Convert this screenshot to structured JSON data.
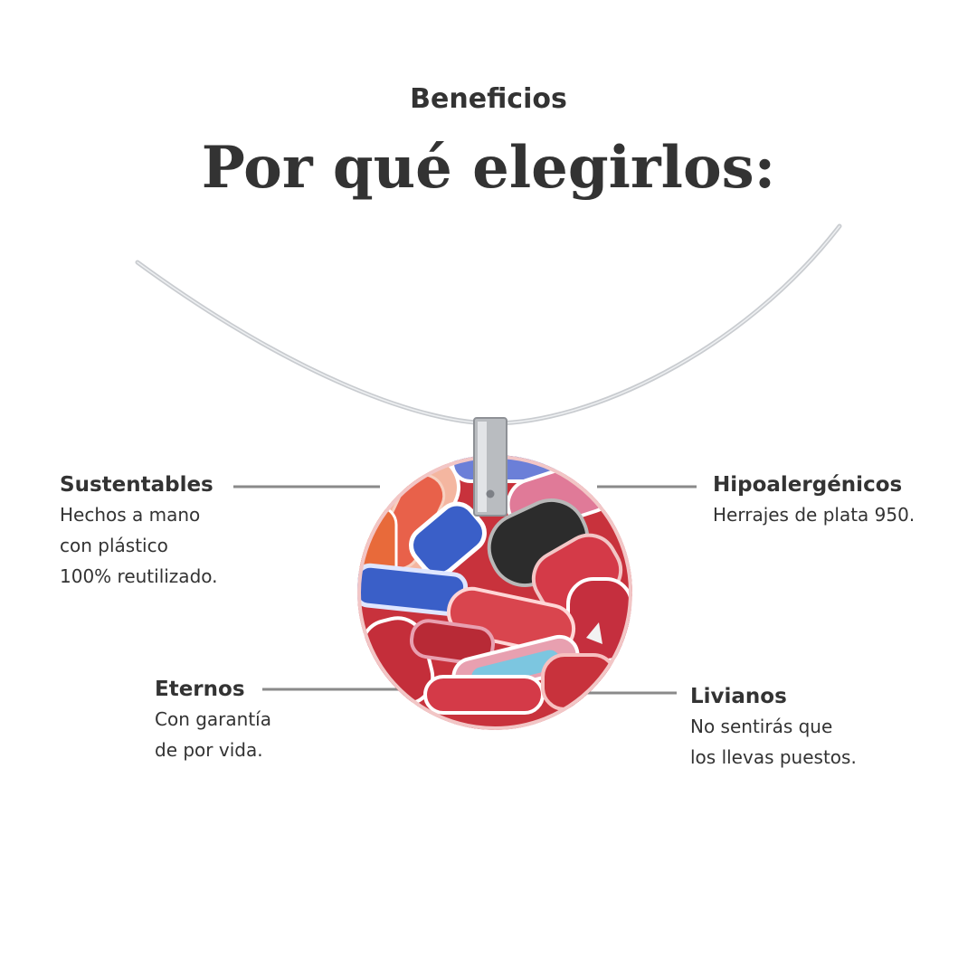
{
  "header": {
    "eyebrow": "Beneficios",
    "title": "Por qué elegirlos:"
  },
  "features": [
    {
      "title": "Sustentables",
      "lines": [
        "Hechos a mano",
        "con plástico",
        "100% reutilizado."
      ]
    },
    {
      "title": "Hipoalergénicos",
      "lines": [
        "Herrajes de plata 950."
      ]
    },
    {
      "title": "Eternos",
      "lines": [
        "Con garantía",
        "de por vida."
      ]
    },
    {
      "title": "Livianos",
      "lines": [
        "No sentirás que",
        "los llevas puestos."
      ]
    }
  ],
  "colors": {
    "text": "#333333",
    "connector": "#8a8a8a",
    "wire": "#c9ccd0",
    "pendant_red": "#c8323c",
    "pendant_blue": "#3a5fc8",
    "pendant_pink": "#e8a0b0",
    "pendant_black": "#2c2c2c"
  }
}
